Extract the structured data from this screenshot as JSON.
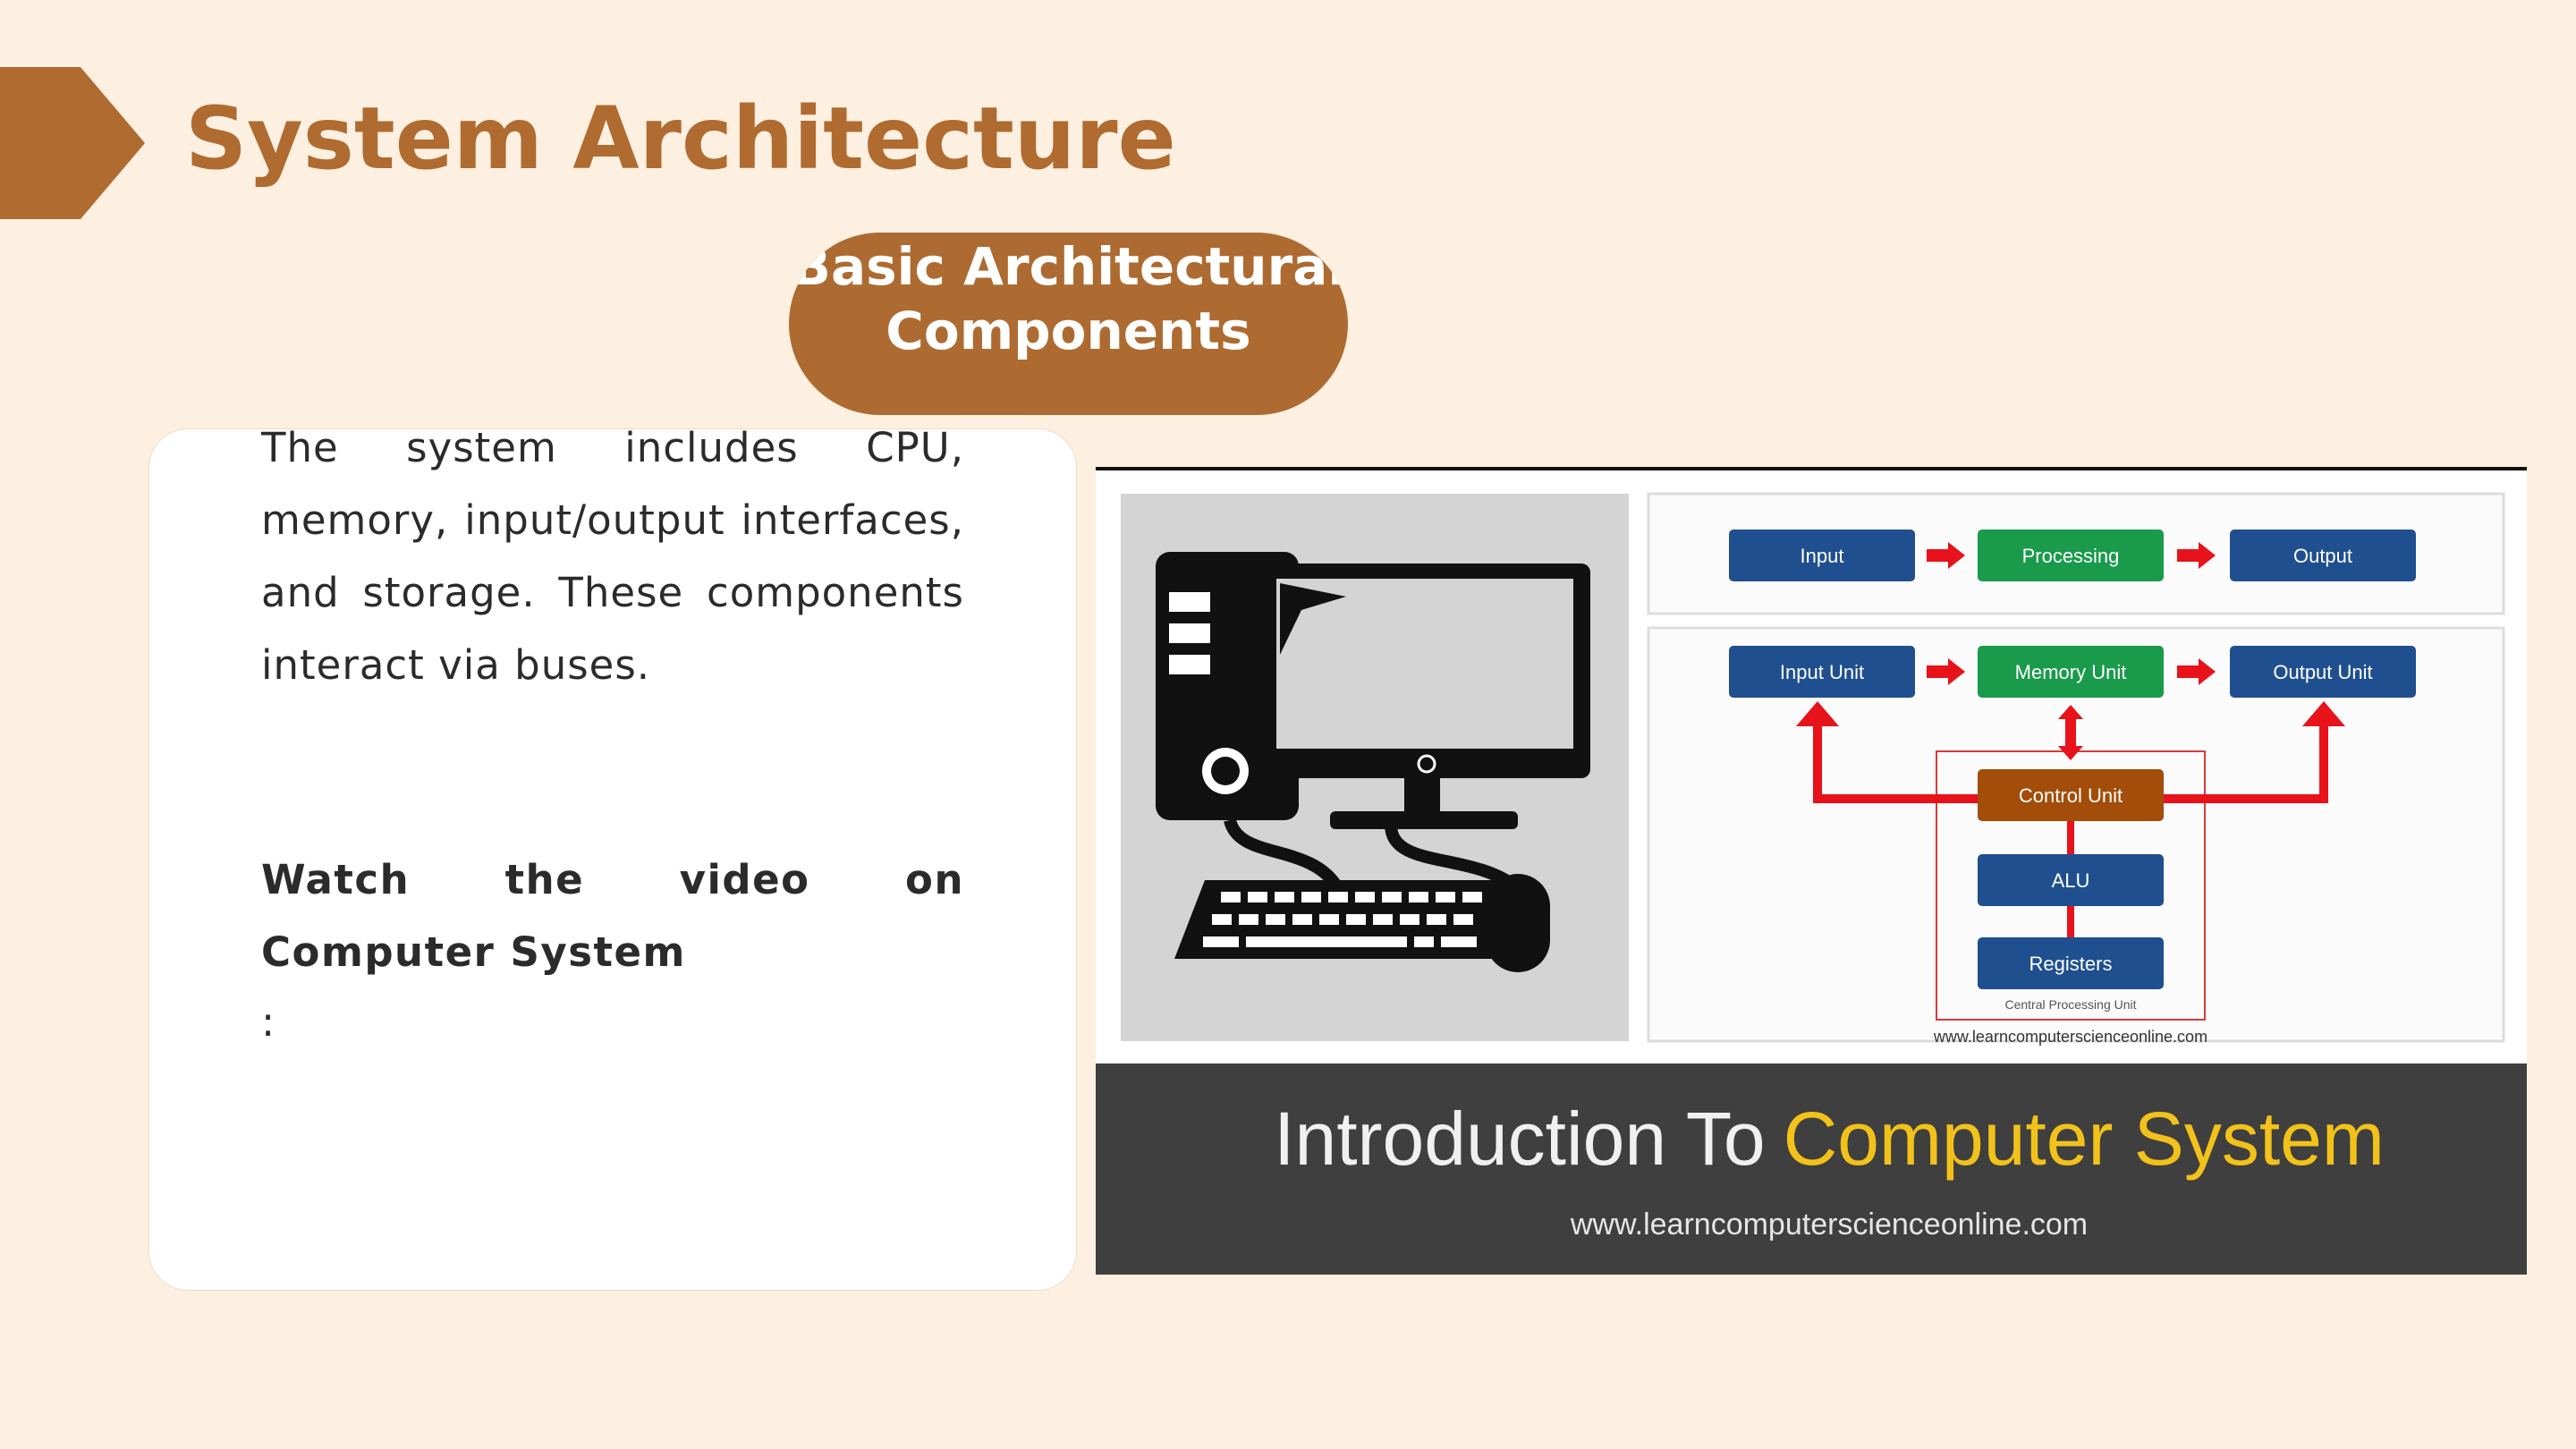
{
  "slide": {
    "title": "System Architecture",
    "section_label": "Basic Architectural Components",
    "body": "The system includes CPU, memory, input/output interfaces, and storage. These components interact via buses.",
    "cta": "Watch the video on Computer System",
    "cta_suffix": ":"
  },
  "video": {
    "banner_title_white": "Introduction To",
    "banner_title_yellow": "Computer System",
    "banner_url": "www.learncomputerscienceonline.com",
    "diagram_url": "www.learncomputerscienceonline.com",
    "diagram_cpu_caption": "Central Processing Unit",
    "top_row": [
      "Input",
      "Processing",
      "Output"
    ],
    "mid_row": [
      "Input Unit",
      "Memory Unit",
      "Output Unit"
    ],
    "cpu_blocks": [
      "Control Unit",
      "ALU",
      "Registers"
    ]
  },
  "colors": {
    "background": "#fdf0e1",
    "accent": "#b06b30",
    "box_blue": "#1f4f8f",
    "box_green": "#1a9a4b",
    "box_orange": "#a34d0a",
    "arrow_red": "#e8121a",
    "banner_dark": "#3f3f3f",
    "banner_yellow": "#f2c21a"
  }
}
